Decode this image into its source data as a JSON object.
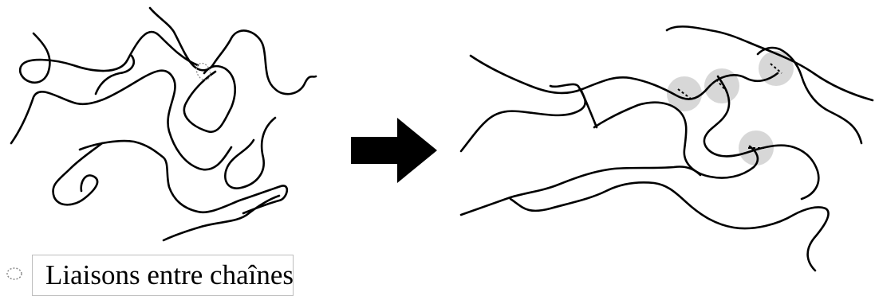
{
  "legend": {
    "icon": "dotted-ellipse-icon",
    "label": "Liaisons entre chaînes"
  },
  "colors": {
    "chain": "#000000",
    "bond_marker": "#8a8a8a",
    "bond_zone": "#d0d0d0",
    "arrow": "#000000"
  },
  "diagram": {
    "panels": [
      "before-crosslinking",
      "after-crosslinking"
    ],
    "crosslink_zones_after": 4,
    "arrow_direction": "right"
  }
}
